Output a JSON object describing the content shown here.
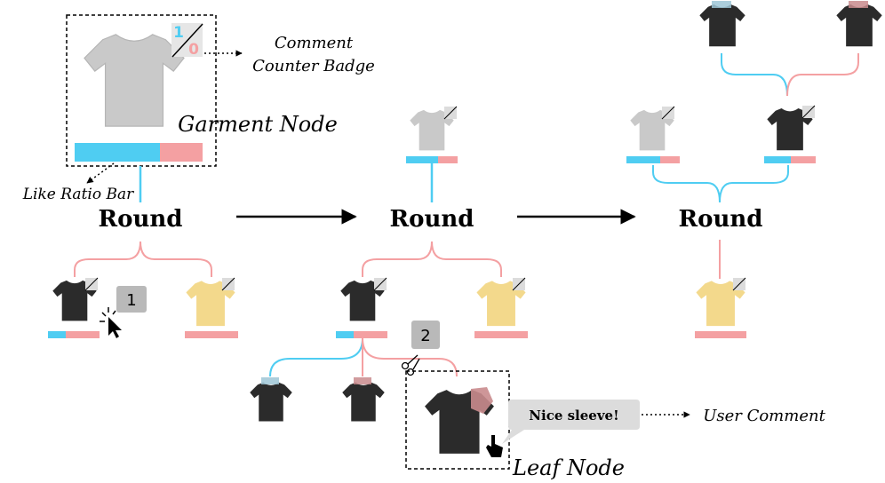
{
  "labels": {
    "comment_counter_badge_line1": "Comment",
    "comment_counter_badge_line2": "Counter Badge",
    "garment_node": "Garment Node",
    "like_ratio_bar": "Like Ratio Bar",
    "round": "Round",
    "user_comment": "User Comment",
    "leaf_node": "Leaf Node",
    "nice_sleeve": "Nice sleeve!",
    "step1": "1",
    "step2": "2",
    "badge_top": "1",
    "badge_bottom": "0"
  },
  "colors": {
    "blue": "#4fcdf2",
    "pink": "#f4a0a2",
    "gray_tshirt": "#c8c8c8",
    "dark_tshirt": "#2b2b2b",
    "yellow_tshirt": "#f3d98c",
    "step_badge": "#b9b9b9",
    "bubble": "#dcdcdc"
  }
}
